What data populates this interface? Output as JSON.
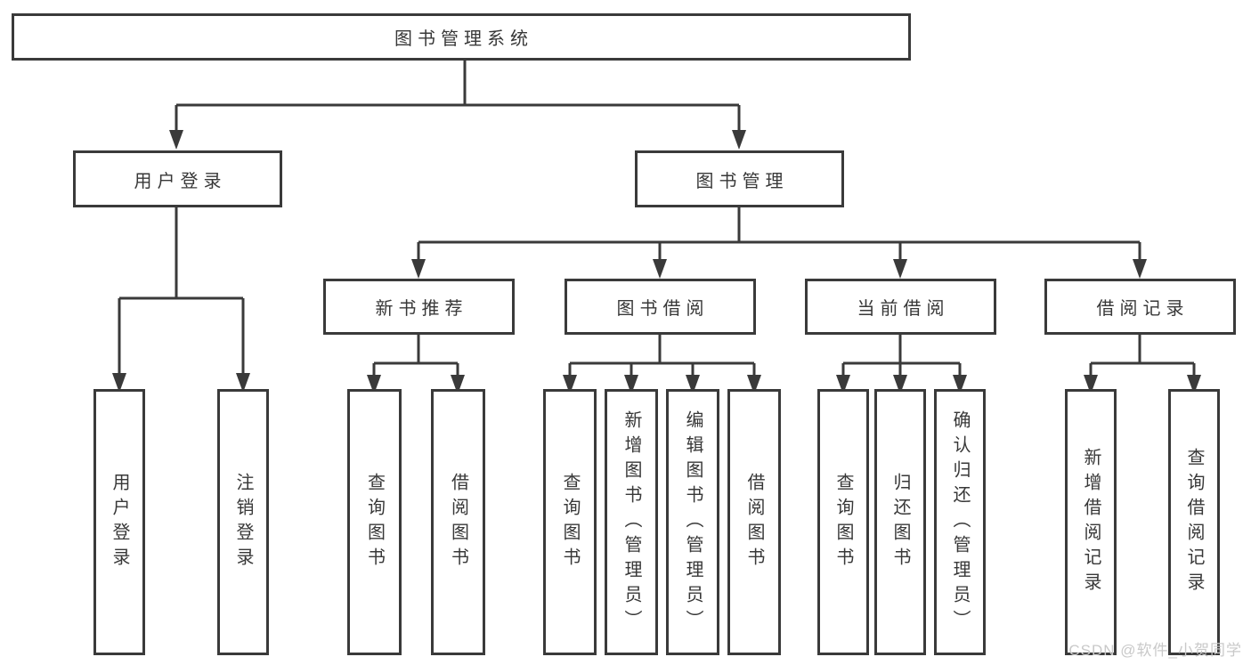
{
  "diagram": {
    "root": {
      "label": "图书管理系统"
    },
    "level2": [
      {
        "label": "用户登录"
      },
      {
        "label": "图书管理"
      }
    ],
    "level3": [
      {
        "label": "新书推荐"
      },
      {
        "label": "图书借阅"
      },
      {
        "label": "当前借阅"
      },
      {
        "label": "借阅记录"
      }
    ],
    "leaves": {
      "user_login": [
        "用户登录",
        "注销登录"
      ],
      "new_book": [
        "查询图书",
        "借阅图书"
      ],
      "book_borrow": [
        "查询图书",
        "新增图书（管理员）",
        "编辑图书（管理员）",
        "借阅图书"
      ],
      "current_borrow": [
        "查询图书",
        "归还图书",
        "确认归还（管理员）"
      ],
      "borrow_records": [
        "新增借阅记录",
        "查询借阅记录"
      ]
    }
  },
  "watermark": {
    "text": "CSDN @软件_小贺同学"
  },
  "colors": {
    "line": "#3a3a3a",
    "box_border": "#3a3a3a",
    "text": "#383838",
    "watermark": "#c9c9c9",
    "background": "#ffffff"
  }
}
